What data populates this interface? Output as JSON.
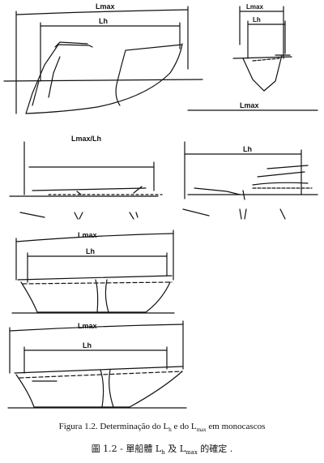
{
  "labels": {
    "lmax": "Lmax",
    "lh": "Lh",
    "lmax_over_lh": "Lmax/Lh"
  },
  "caption_pt": {
    "prefix": "Figura 1.2. Determinação do L",
    "sub_h": "h",
    "middle": " e do L",
    "sub_max": "max",
    "suffix": " em monocascos"
  },
  "caption_cn": {
    "prefix": "圖 1.2 - 單船體 L",
    "sub_h": "h",
    "middle": " 及 L",
    "sub_max": "max",
    "suffix": " 的確定 ."
  }
}
